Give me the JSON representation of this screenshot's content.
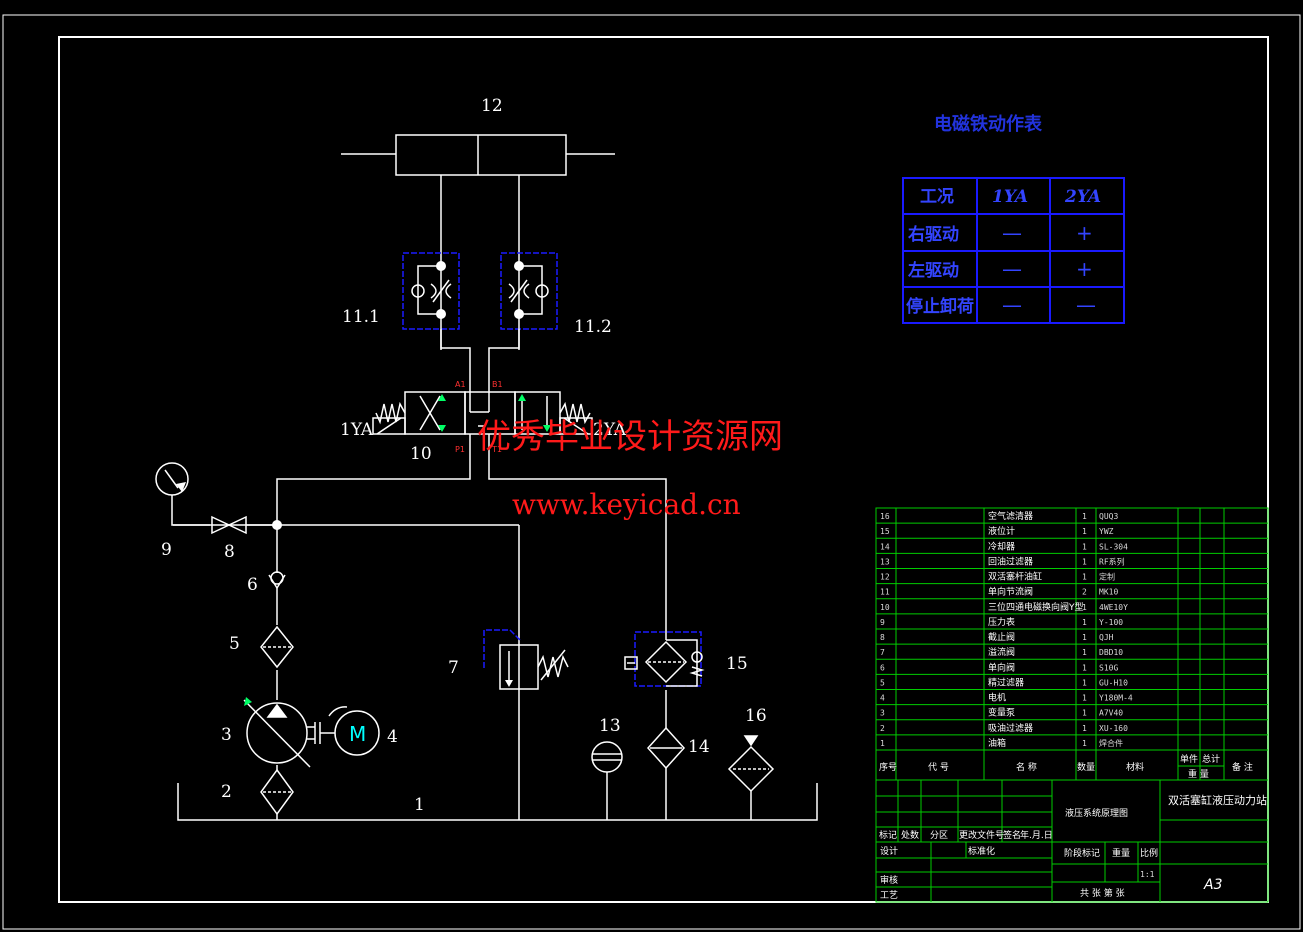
{
  "colors": {
    "background": "#000000",
    "line": "#ffffff",
    "frame": "#ffffff",
    "component_outline": "#1a1aff",
    "title_block_grid": "#00cc00",
    "watermark": "#ff1a1a",
    "accent_green": "#00ff66",
    "motor_letter": "#00ffff"
  },
  "component_labels": {
    "n1": "1",
    "n2": "2",
    "n3": "3",
    "n4": "4",
    "n5": "5",
    "n6": "6",
    "n7": "7",
    "n8": "8",
    "n9": "9",
    "n10": "10",
    "n11_1": "11.1",
    "n11_2": "11.2",
    "n12": "12",
    "n13": "13",
    "n14": "14",
    "n15": "15",
    "n16": "16",
    "sol1": "1YA",
    "sol2": "2YA",
    "motor": "M"
  },
  "ports": {
    "a1": "A1",
    "b1": "B1",
    "p1": "P1",
    "t1": "T1"
  },
  "solenoid_table": {
    "title": "电磁铁动作表",
    "headers": [
      "工况",
      "1YA",
      "2YA"
    ],
    "rows": [
      {
        "label": "右驱动",
        "ya1": "—",
        "ya2": "+"
      },
      {
        "label": "左驱动",
        "ya1": "—",
        "ya2": "+"
      },
      {
        "label": "停止卸荷",
        "ya1": "—",
        "ya2": "—"
      }
    ]
  },
  "parts_list": [
    {
      "no": "16",
      "name": "空气滤清器",
      "qty": "1",
      "model": "QUQ3"
    },
    {
      "no": "15",
      "name": "液位计",
      "qty": "1",
      "model": "YWZ"
    },
    {
      "no": "14",
      "name": "冷却器",
      "qty": "1",
      "model": "SL-304"
    },
    {
      "no": "13",
      "name": "回油过滤器",
      "qty": "1",
      "model": "RF系列"
    },
    {
      "no": "12",
      "name": "双活塞杆油缸",
      "qty": "1",
      "model": "定制"
    },
    {
      "no": "11",
      "name": "单向节流阀",
      "qty": "2",
      "model": "MK10"
    },
    {
      "no": "10",
      "name": "三位四通电磁换向阀Y型",
      "qty": "1",
      "model": "4WE10Y"
    },
    {
      "no": "9",
      "name": "压力表",
      "qty": "1",
      "model": "Y-100"
    },
    {
      "no": "8",
      "name": "截止阀",
      "qty": "1",
      "model": "QJH"
    },
    {
      "no": "7",
      "name": "溢流阀",
      "qty": "1",
      "model": "DBD10"
    },
    {
      "no": "6",
      "name": "单向阀",
      "qty": "1",
      "model": "S10G"
    },
    {
      "no": "5",
      "name": "精过滤器",
      "qty": "1",
      "model": "GU-H10"
    },
    {
      "no": "4",
      "name": "电机",
      "qty": "1",
      "model": "Y180M-4"
    },
    {
      "no": "3",
      "name": "变量泵",
      "qty": "1",
      "model": "A7V40"
    },
    {
      "no": "2",
      "name": "吸油过滤器",
      "qty": "1",
      "model": "XU-160"
    },
    {
      "no": "1",
      "name": "油箱",
      "qty": "1",
      "model": "焊合件"
    }
  ],
  "parts_header": {
    "no": "序号",
    "code": "代 号",
    "name": "名 称",
    "qty": "数量",
    "material": "材料",
    "unit_weight": "单件",
    "total_weight": "总计",
    "weight": "重 量",
    "remark": "备 注"
  },
  "title_block": {
    "drawing_name": "液压系统原理图",
    "project_title": "双活塞缸液压动力站",
    "mark": "标记",
    "count": "处数",
    "zone": "分区",
    "change_doc": "更改文件号",
    "signature": "签名",
    "date": "年.月.日",
    "designer": "设计",
    "standard": "标准化",
    "stage_mark": "阶段标记",
    "weight": "重量",
    "scale": "比例",
    "scale_value": "1:1",
    "reviewer": "审核",
    "process": "工艺",
    "sheets": "共 张 第 张",
    "sheet_size": "A3"
  },
  "watermark": {
    "line1": "优秀毕业设计资源网",
    "line2": "www.keyicad.cn"
  }
}
